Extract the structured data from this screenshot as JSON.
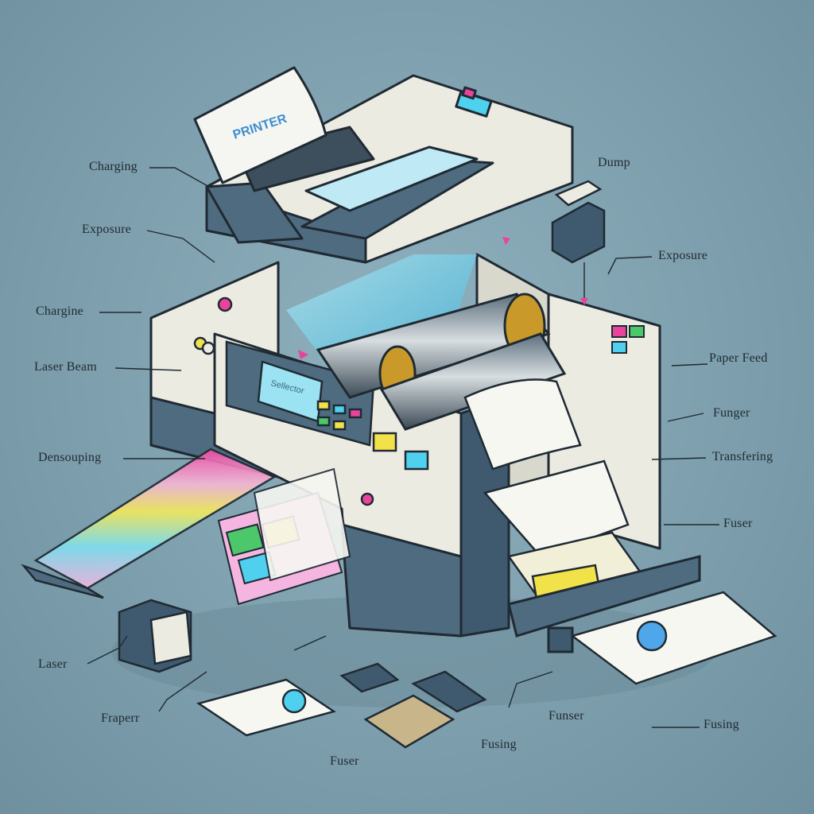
{
  "diagram": {
    "printer_tag": "PRINTER",
    "screen_text": "Sellector",
    "labels": [
      {
        "id": "charging-top",
        "text": "Charging"
      },
      {
        "id": "dump",
        "text": "Dump"
      },
      {
        "id": "exposure-left",
        "text": "Exposure"
      },
      {
        "id": "exposure-right",
        "text": "Exposure"
      },
      {
        "id": "chargine",
        "text": "Chargine"
      },
      {
        "id": "laser-beam",
        "text": "Laser Beam"
      },
      {
        "id": "paper-feed",
        "text": "Paper Feed"
      },
      {
        "id": "densouping",
        "text": "Densouping"
      },
      {
        "id": "funger-right",
        "text": "Funger"
      },
      {
        "id": "transfering",
        "text": "Transfering"
      },
      {
        "id": "fuser-right",
        "text": "Fuser"
      },
      {
        "id": "laser",
        "text": "Laser"
      },
      {
        "id": "fraperr",
        "text": "Fraperr"
      },
      {
        "id": "funger-bottom",
        "text": "Funser"
      },
      {
        "id": "fusing-bottom",
        "text": "Fusing"
      },
      {
        "id": "fusing-right",
        "text": "Fusing"
      },
      {
        "id": "fuser-bottom",
        "text": "Fuser"
      }
    ]
  },
  "colors": {
    "background": "#7e9fad",
    "body_cream": "#ecebe2",
    "body_slate": "#4f6b80",
    "beam": "#4fd0ee",
    "accent_magenta": "#e8449c",
    "accent_yellow": "#f2e24a",
    "accent_green": "#4cc76a"
  }
}
